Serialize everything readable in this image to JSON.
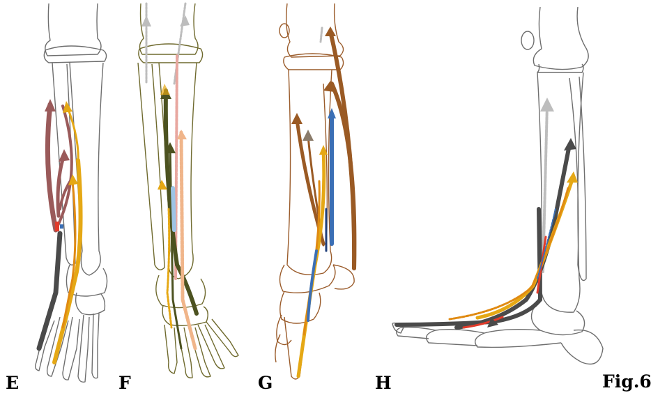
{
  "figure": {
    "panel_labels": [
      "E",
      "F",
      "G",
      "H"
    ],
    "figure_label": "Fig.6"
  },
  "colors": {
    "bone_gray": "#6e6e6e",
    "bone_olive": "#6f6a2e",
    "bone_brown": "#9a5b2a",
    "tendon_maroon": "#9a5a5a",
    "tendon_gold": "#e5a815",
    "tendon_orange": "#e08a12",
    "tendon_brown": "#9a5a24",
    "tendon_dark_olive": "#4c5220",
    "tendon_blue": "#3b6fb5",
    "tendon_dark_gray": "#4a4a4a",
    "tendon_light_gray": "#bdbdbd",
    "tendon_pink": "#e8a7a0",
    "tendon_peach": "#f0b58a",
    "accent_red": "#e23b2a"
  }
}
